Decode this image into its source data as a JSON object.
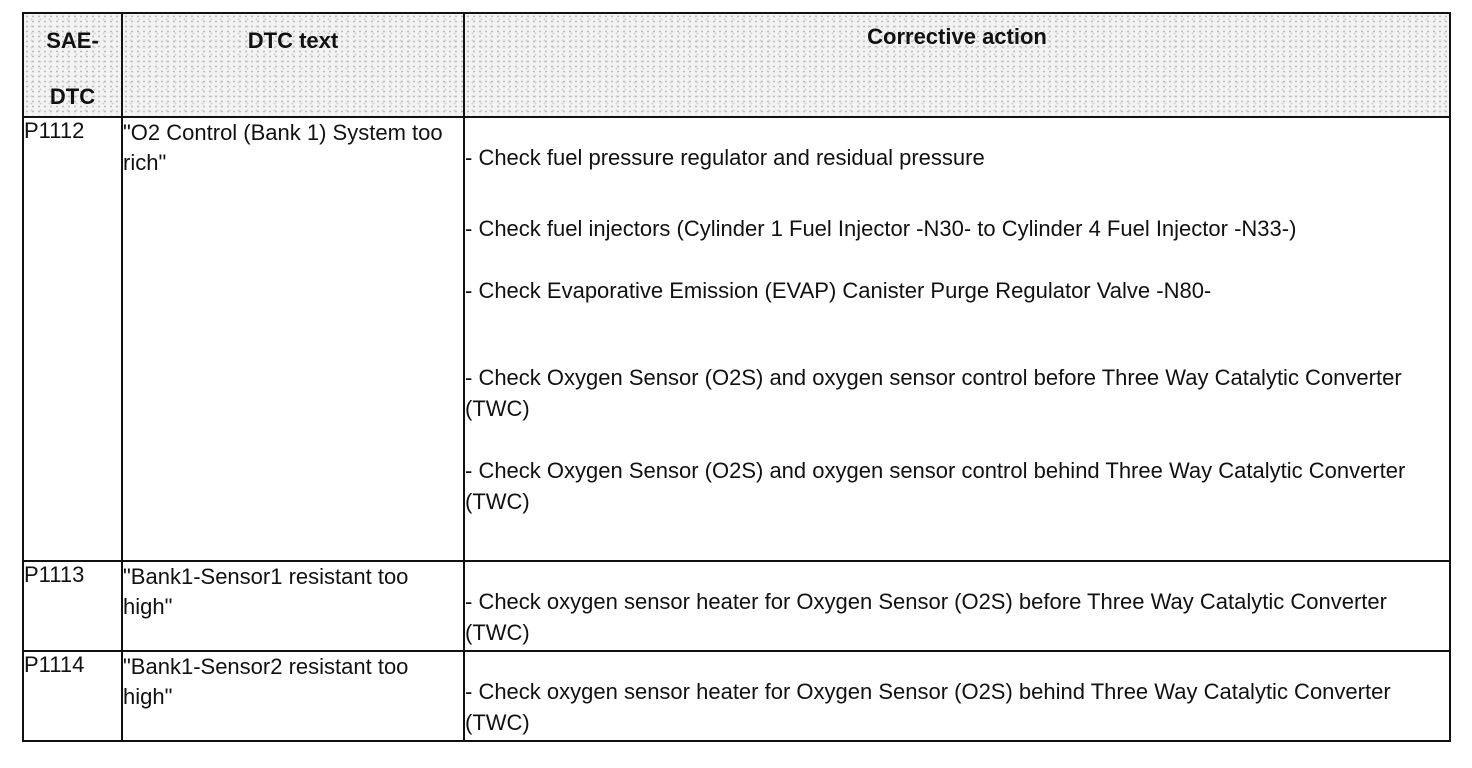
{
  "table": {
    "headers": {
      "sae_line1": "SAE-",
      "sae_line2": "DTC",
      "dtc_text": "DTC text",
      "corrective_action": "Corrective action"
    },
    "rows": [
      {
        "code": "P1112",
        "text": "\"O2 Control (Bank 1) System too rich\"",
        "actions": [
          "- Check fuel pressure regulator and residual pressure",
          "- Check fuel injectors (Cylinder 1 Fuel Injector -N30- to Cylinder 4 Fuel Injector -N33-)",
          "- Check Evaporative Emission (EVAP) Canister Purge Regulator Valve -N80-",
          "- Check Oxygen Sensor (O2S) and oxygen sensor control before Three Way Catalytic Converter (TWC)",
          "- Check Oxygen Sensor (O2S) and oxygen sensor control behind Three Way Catalytic Converter (TWC)"
        ]
      },
      {
        "code": "P1113",
        "text": "\"Bank1-Sensor1 resistant too high\"",
        "actions": [
          "- Check oxygen sensor heater for Oxygen Sensor (O2S) before Three Way Catalytic Converter (TWC)"
        ]
      },
      {
        "code": "P1114",
        "text": "\"Bank1-Sensor2 resistant too high\"",
        "actions": [
          "- Check oxygen sensor heater for Oxygen Sensor (O2S) behind Three Way Catalytic Converter (TWC)"
        ]
      }
    ]
  }
}
